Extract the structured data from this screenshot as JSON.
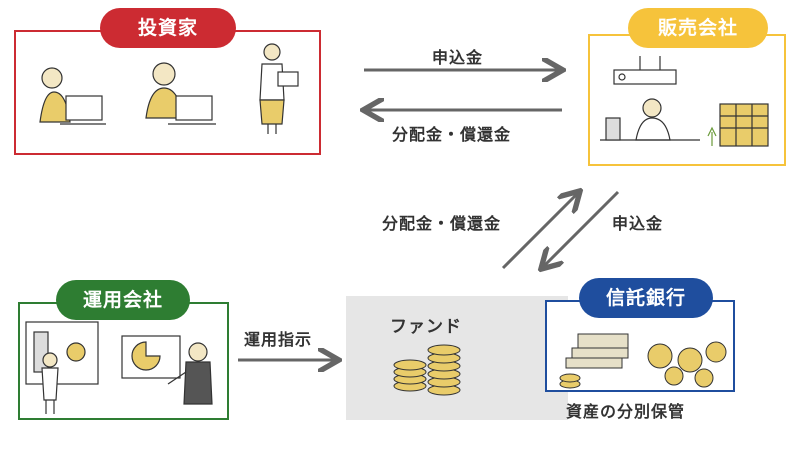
{
  "investor": {
    "label": "投資家",
    "color": "#cc2b32"
  },
  "distributor": {
    "label": "販売会社",
    "color": "#f6c33b"
  },
  "manager": {
    "label": "運用会社",
    "color": "#2e7d32"
  },
  "trustbank": {
    "label": "信託銀行",
    "color": "#1f4e9e"
  },
  "fund": {
    "label": "ファンド"
  },
  "flows": {
    "investor_to_distributor": "申込金",
    "distributor_to_investor": "分配金・償還金",
    "fund_to_distributor": "分配金・償還金",
    "distributor_to_fund": "申込金",
    "manager_to_fund": "運用指示"
  },
  "trust_caption": "資産の分別保管"
}
